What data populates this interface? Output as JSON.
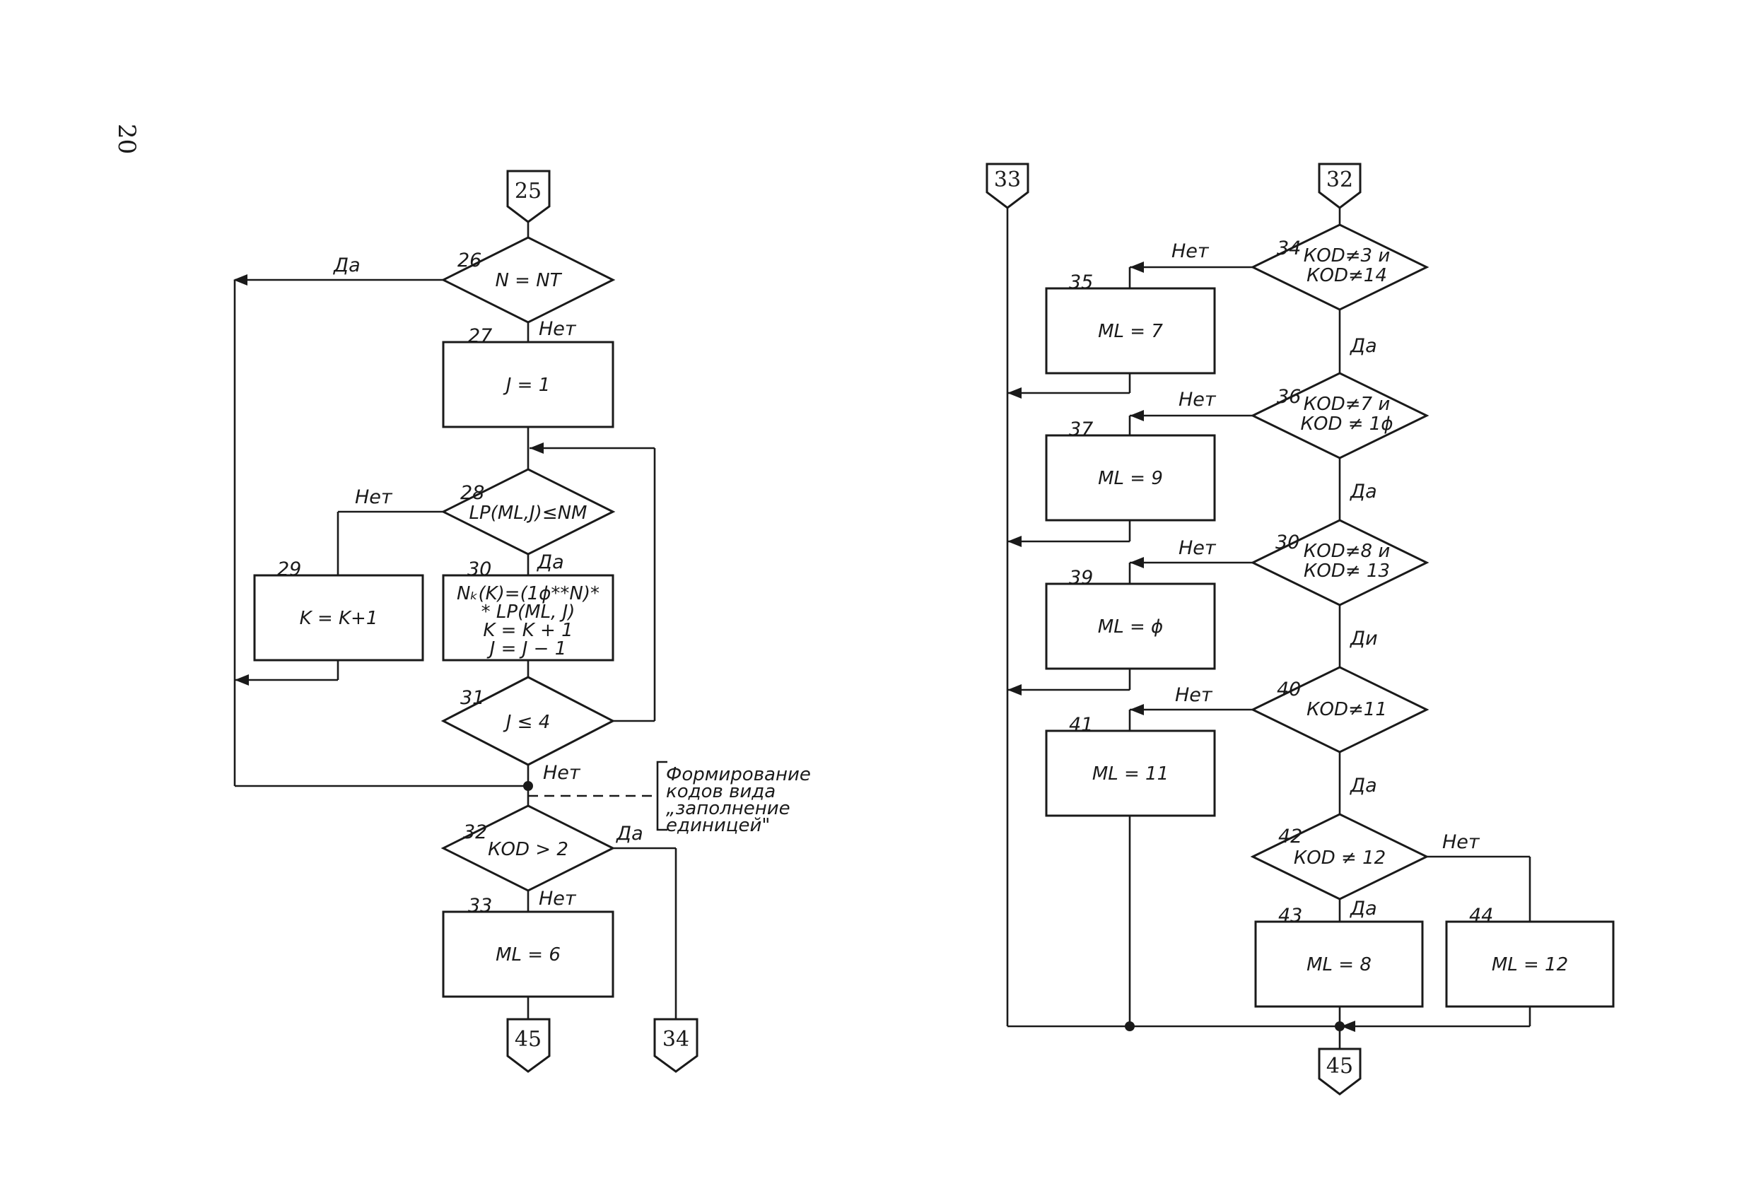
{
  "page_number": "20",
  "connectors": {
    "c25": "25",
    "c45a": "45",
    "c34": "34",
    "c33": "33",
    "c32": "32",
    "c45b": "45"
  },
  "labels": {
    "yes": "Да",
    "no": "Нет",
    "yes_alt": "Ди"
  },
  "blocks": {
    "b26": {
      "num": "26",
      "text": "N = NT"
    },
    "b27": {
      "num": "27",
      "text": "Ј = 1"
    },
    "b28": {
      "num": "28",
      "text": "LP(ML,Ј)≤NM"
    },
    "b29": {
      "num": "29",
      "text": "K = K+1"
    },
    "b30": {
      "num": "30",
      "lines": [
        "Nₖ(K)=(1ϕ**N)*",
        "* LP(ML, Ј)",
        "K = K + 1",
        "Ј = Ј − 1"
      ]
    },
    "b31": {
      "num": "31",
      "text": "Ј ≤ 4"
    },
    "b32": {
      "num": "32",
      "text": "КОD > 2"
    },
    "b33": {
      "num": "33",
      "text": "ML = 6"
    },
    "b34": {
      "num": "34",
      "lines": [
        "КОD≠3 и",
        "КОD≠14"
      ]
    },
    "b35": {
      "num": "35",
      "text": "ML = 7"
    },
    "b36": {
      "num": "36",
      "lines": [
        "КОD≠7 и",
        "КОD ≠ 1ϕ"
      ]
    },
    "b37": {
      "num": "37",
      "text": "ML = 9"
    },
    "b38": {
      "num": "30",
      "lines": [
        "КОD≠8 и",
        "КОD≠ 13"
      ]
    },
    "b39": {
      "num": "39",
      "text": "ML = ϕ"
    },
    "b40": {
      "num": "40",
      "text": "КОD≠11"
    },
    "b41": {
      "num": "41",
      "text": "ML = 11"
    },
    "b42": {
      "num": "42",
      "text": "КОD ≠ 12"
    },
    "b43": {
      "num": "43",
      "text": "ML = 8"
    },
    "b44": {
      "num": "44",
      "text": "ML = 12"
    }
  },
  "comment": [
    "Формирование",
    "кодов вида",
    "„заполнение",
    "единицей\""
  ]
}
